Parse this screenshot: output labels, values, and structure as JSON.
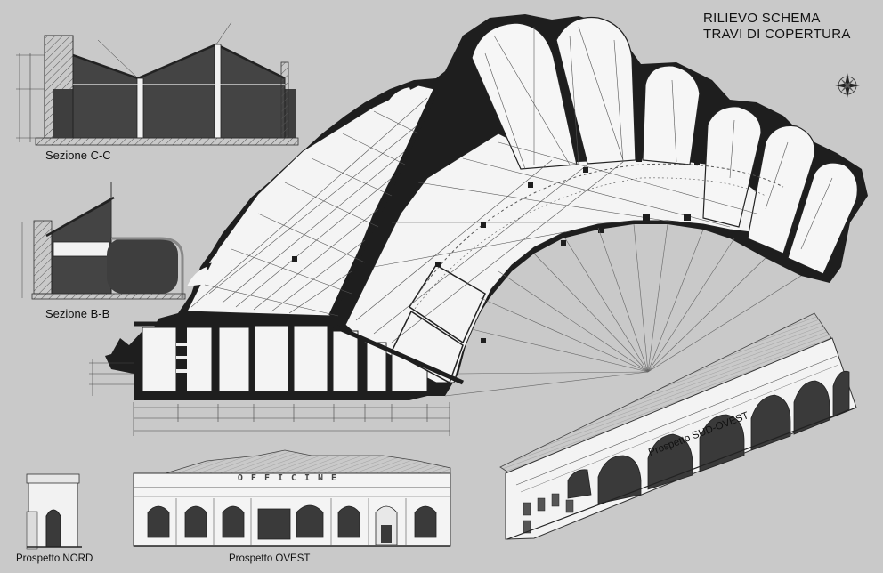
{
  "title": {
    "line1": "RILIEVO SCHEMA",
    "line2": "TRAVI DI COPERTURA"
  },
  "sections": {
    "cc": "Sezione C-C",
    "bb": "Sezione B-B"
  },
  "elevations": {
    "nord": "Prospetto NORD",
    "ovest": "Prospetto OVEST",
    "sud_ovest": "Prospetto SUD-OVEST"
  },
  "sign_text": "OFFICINE",
  "colors": {
    "background": "#c9c9c9",
    "wall": "#1e1e1e",
    "room_fill": "#f4f4f4",
    "section_fill": "#404040",
    "line": "#333333"
  },
  "icons": {
    "compass": "north-arrow-rose"
  }
}
